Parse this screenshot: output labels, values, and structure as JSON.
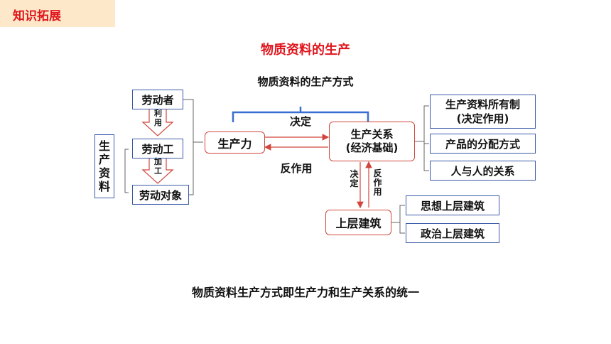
{
  "header": {
    "tag": "知识拓展",
    "title": "物质资料的生产"
  },
  "diagram": {
    "mode_label": "物质资料的生产方式",
    "decides_top": "决定",
    "reacts": "反作用",
    "means": "生产资料",
    "laborer": "劳动者",
    "tool": "劳动工",
    "object": "劳动对象",
    "use": "利用",
    "process": "加工",
    "productive_forces": "生产力",
    "relations": "生产关系",
    "relations_sub": "(经济基础)",
    "decides_down": "决定",
    "reacts_up": "反作用",
    "superstructure": "上层建筑",
    "ownership_line1": "生产资料所有制",
    "ownership_line2": "(决定作用)",
    "distribution": "产品的分配方式",
    "human_relations": "人与人的关系",
    "ideological": "思想上层建筑",
    "political": "政治上层建筑"
  },
  "footer": {
    "summary": "物质资料生产方式即生产力和生产关系的统一"
  },
  "colors": {
    "accent_red": "#e0141c",
    "box_blue": "#3a5aa8",
    "box_red": "#d0463c",
    "tag_bg": "#fde9c9"
  }
}
